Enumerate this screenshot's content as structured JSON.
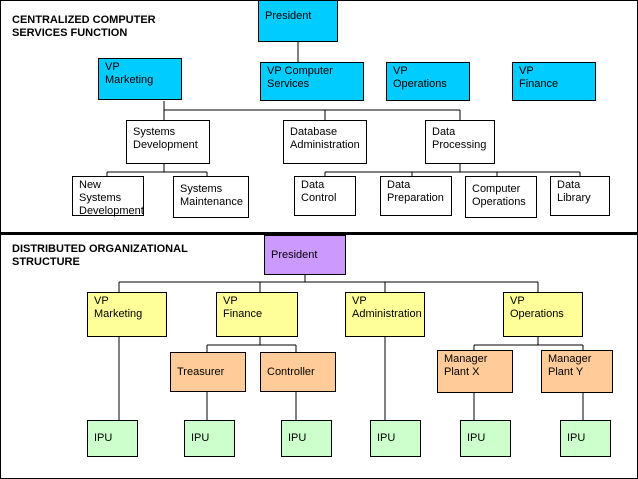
{
  "colors": {
    "cyan_box": "#00ccff",
    "yellow_box": "#ffff99",
    "orange_box": "#ffcc99",
    "purple_box": "#cc99ff",
    "white_box": "#ffffff"
  },
  "centralized": {
    "title": "CENTRALIZED COMPUTER\nSERVICES FUNCTION",
    "president": "President",
    "vp_marketing": "VP\nMarketing",
    "vp_computer_services": "VP Computer\nServices",
    "vp_operations": "VP\nOperations",
    "vp_finance": "VP\nFinance",
    "systems_development": "Systems\nDevelopment",
    "database_administration": "Database\nAdministration",
    "data_processing": "Data\nProcessing",
    "new_systems_development": "New Systems\nDevelopment",
    "systems_maintenance": "Systems\nMaintenance",
    "data_control": "Data\nControl",
    "data_preparation": "Data\nPreparation",
    "computer_operations": "Computer\nOperations",
    "data_library": "Data\nLibrary"
  },
  "distributed": {
    "title": "DISTRIBUTED ORGANIZATIONAL\nSTRUCTURE",
    "president": "President",
    "vp_marketing": "VP\nMarketing",
    "vp_finance": "VP\nFinance",
    "vp_administration": "VP\nAdministration",
    "vp_operations": "VP\nOperations",
    "treasurer": "Treasurer",
    "controller": "Controller",
    "manager_plant_x": "Manager\nPlant X",
    "manager_plant_y": "Manager\nPlant Y",
    "ipu_1": "IPU",
    "ipu_2": "IPU",
    "ipu_3": "IPU",
    "ipu_4": "IPU",
    "ipu_5": "IPU",
    "ipu_6": "IPU"
  }
}
